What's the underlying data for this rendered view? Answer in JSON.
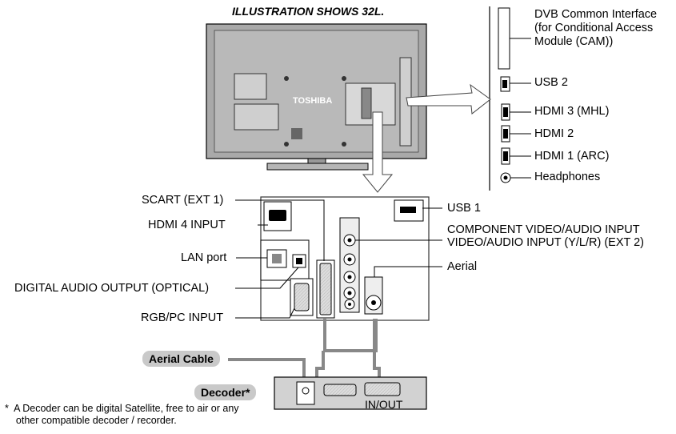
{
  "title": "ILLUSTRATION SHOWS 32L.",
  "brand": "TOSHIBA",
  "side_panel": {
    "dvb_ci": "DVB Common Interface\n(for Conditional Access\nModule (CAM))",
    "usb2": "USB 2",
    "hdmi3": "HDMI 3 (MHL)",
    "hdmi2": "HDMI 2",
    "hdmi1": "HDMI 1 (ARC)",
    "headphones": "Headphones"
  },
  "rear_panel": {
    "scart": "SCART (EXT 1)",
    "hdmi4": "HDMI 4 INPUT",
    "lan": "LAN port",
    "digital_audio": "DIGITAL AUDIO OUTPUT (OPTICAL)",
    "rgb_pc": "RGB/PC INPUT",
    "usb1": "USB 1",
    "component": "COMPONENT VIDEO/AUDIO INPUT",
    "video_audio": "VIDEO/AUDIO INPUT (Y/L/R) (EXT 2)",
    "aerial": "Aerial"
  },
  "external": {
    "aerial_cable": "Aerial Cable",
    "decoder": "Decoder*",
    "in_out": "IN/OUT"
  },
  "footnote": "*  A Decoder can be digital Satellite, free to air or any\n    other compatible decoder / recorder."
}
